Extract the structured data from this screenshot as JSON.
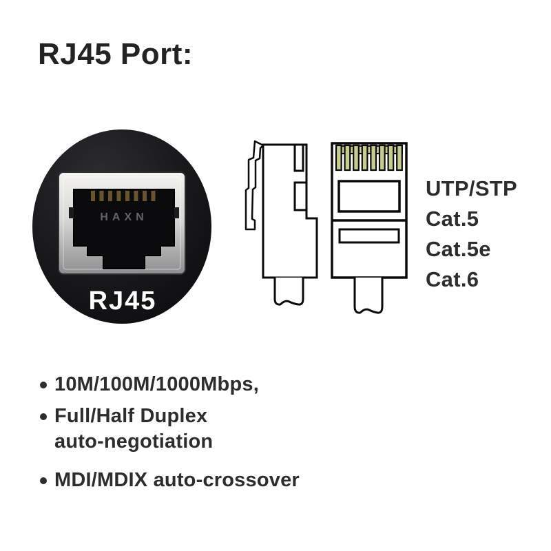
{
  "title": "RJ45 Port:",
  "photo": {
    "label": "RJ45",
    "embossed_text": "HAXN"
  },
  "cable_types": [
    "UTP/STP",
    "Cat.5",
    "Cat.5e",
    "Cat.6"
  ],
  "features": [
    {
      "lines": [
        "10M/100M/1000Mbps,"
      ]
    },
    {
      "lines": [
        "Full/Half Duplex",
        "auto-negotiation"
      ]
    },
    {
      "lines": [
        "MDI/MDIX auto-crossover"
      ]
    }
  ],
  "colors": {
    "title_color": "#232323",
    "text_color": "#2d2d2d",
    "outline_black": "#0a0a0a",
    "pin_green": "#c7cd8e",
    "photo_label_color": "#ffffff",
    "metal_light": "#f2f2f2",
    "metal_dark": "#8e8e8e",
    "photo_bg": "#151517"
  }
}
